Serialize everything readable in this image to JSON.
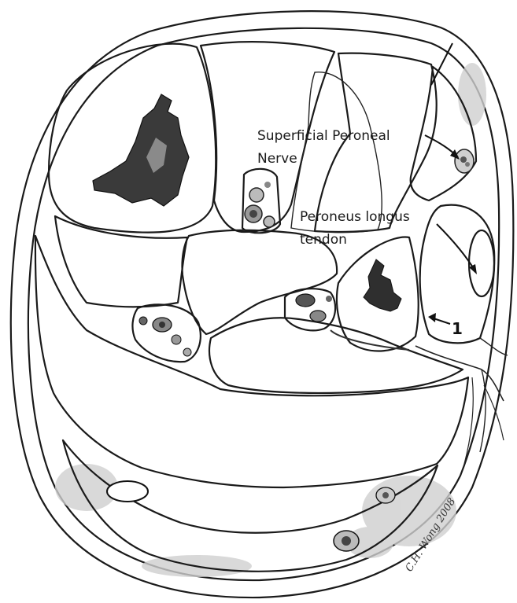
{
  "labels": {
    "superficial_nerve_line1": "Superficial Peroneal",
    "superficial_nerve_line2": "Nerve",
    "peroneus_line1": "Peroneus longus",
    "peroneus_line2": "tendon",
    "marker": "1"
  },
  "signature": "C.H. Wong 2008",
  "colors": {
    "ink": "#1a1a1a",
    "skin_shade": "#bdbdbd",
    "bone_core": "#2b2b2b",
    "fat": "#e9e9e9"
  }
}
